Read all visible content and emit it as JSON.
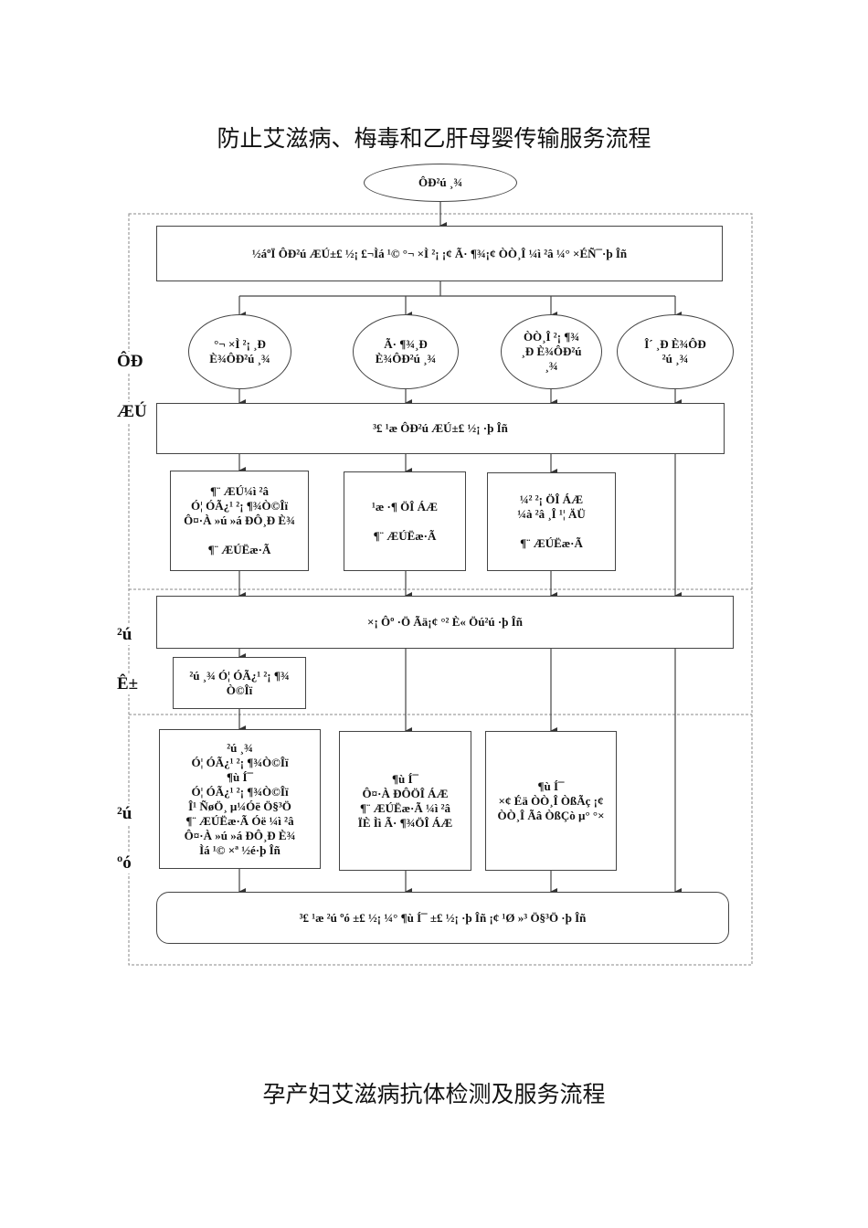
{
  "titles": {
    "main": "防止艾滋病、梅毒和乙肝母婴传输服务流程",
    "second": "孕产妇艾滋病抗体检测及服务流程"
  },
  "side_labels": [
    "ÔÐ",
    "ÆÚ",
    "²ú",
    "Ê±",
    "²ú",
    "ºó"
  ],
  "nodes": {
    "start": "ÔÐ²ú ¸¾",
    "intro": "½áºÏ ÔÐ²ú ÆÚ±£ ½¡ £¬Ìá ¹© °¬ ×Ì ²¡ ¡¢ Ã· ¶¾¡¢ ÒÒ¸Î ¼ì ²â ¼° ×ÉÑ¯·þ Îñ",
    "branch_1": "°¬ ×Ì ²¡ ¸Ð\nÈ¾ÔÐ²ú ¸¾",
    "branch_2": "Ã· ¶¾¸Ð\nÈ¾ÔÐ²ú ¸¾",
    "branch_3": "ÒÒ¸Î ²¡ ¶¾\n¸Ð È¾ÔÐ²ú\n¸¾",
    "branch_4": "Î´ ¸Ð È¾ÔÐ\n²ú ¸¾",
    "routine": "³£ ¹æ ÔÐ²ú ÆÚ±£ ½¡ ·þ Îñ",
    "prenatal_1": "¶¨ ÆÚ¼ì ²â\nÓ¦ ÓÃ¿¹ ²¡ ¶¾Ò©Îï\nÔ¤·À »ú »á ÐÔ¸Ð È¾\n\n¶¨ ÆÚËæ·Ã",
    "prenatal_2": "¹æ ·¶ ÖÎ ÁÆ\n\n¶¨ ÆÚËæ·Ã",
    "prenatal_3": "¼² ²¡ ÖÎ ÁÆ\n¼à ²â ¸Î ¹¦ ÄÜ\n\n¶¨ ÆÚËæ·Ã",
    "delivery": "×¡ Ôº ·Ö Ãä¡¢ °² È« Öú²ú ·þ Îñ",
    "delivery_drug": "²ú ¸¾ Ó¦ ÓÃ¿¹ ²¡ ¶¾\nÒ©Îï",
    "postnatal_1": "²ú ¸¾\nÓ¦ ÓÃ¿¹ ²¡ ¶¾Ò©Îï\n¶ù Í¯\nÓ¦ ÓÃ¿¹ ²¡ ¶¾Ò©Îï\nÎ¹ ÑøÖ¸ µ¼Óë Ö§³Ö\n¶¨ ÆÚËæ·Ã Óë ¼ì ²â\nÔ¤·À »ú »á ÐÔ¸Ð È¾\nÌá ¹© ×ª ½é·þ Îñ",
    "postnatal_2": "¶ù Í¯\nÔ¤·À ÐÔÖÎ ÁÆ\n¶¨ ÆÚËæ·Ã ¼ì ²â\nÏÈ Ìì Ã· ¶¾ÖÎ ÁÆ",
    "postnatal_3": "¶ù Í¯\n×¢ Éä ÒÒ¸Î ÒßÃç ¡¢\nÒÒ¸Î Ãâ ÒßÇò µ° °×",
    "final": "³£ ¹æ ²ú ºó ±£ ½¡ ¼° ¶ù Í¯ ±£ ½¡ ·þ Îñ ¡¢ ¹Ø »³ Ö§³Ö ·þ Îñ"
  },
  "colors": {
    "line": "#444444",
    "dash": "#888888",
    "background": "#ffffff"
  }
}
